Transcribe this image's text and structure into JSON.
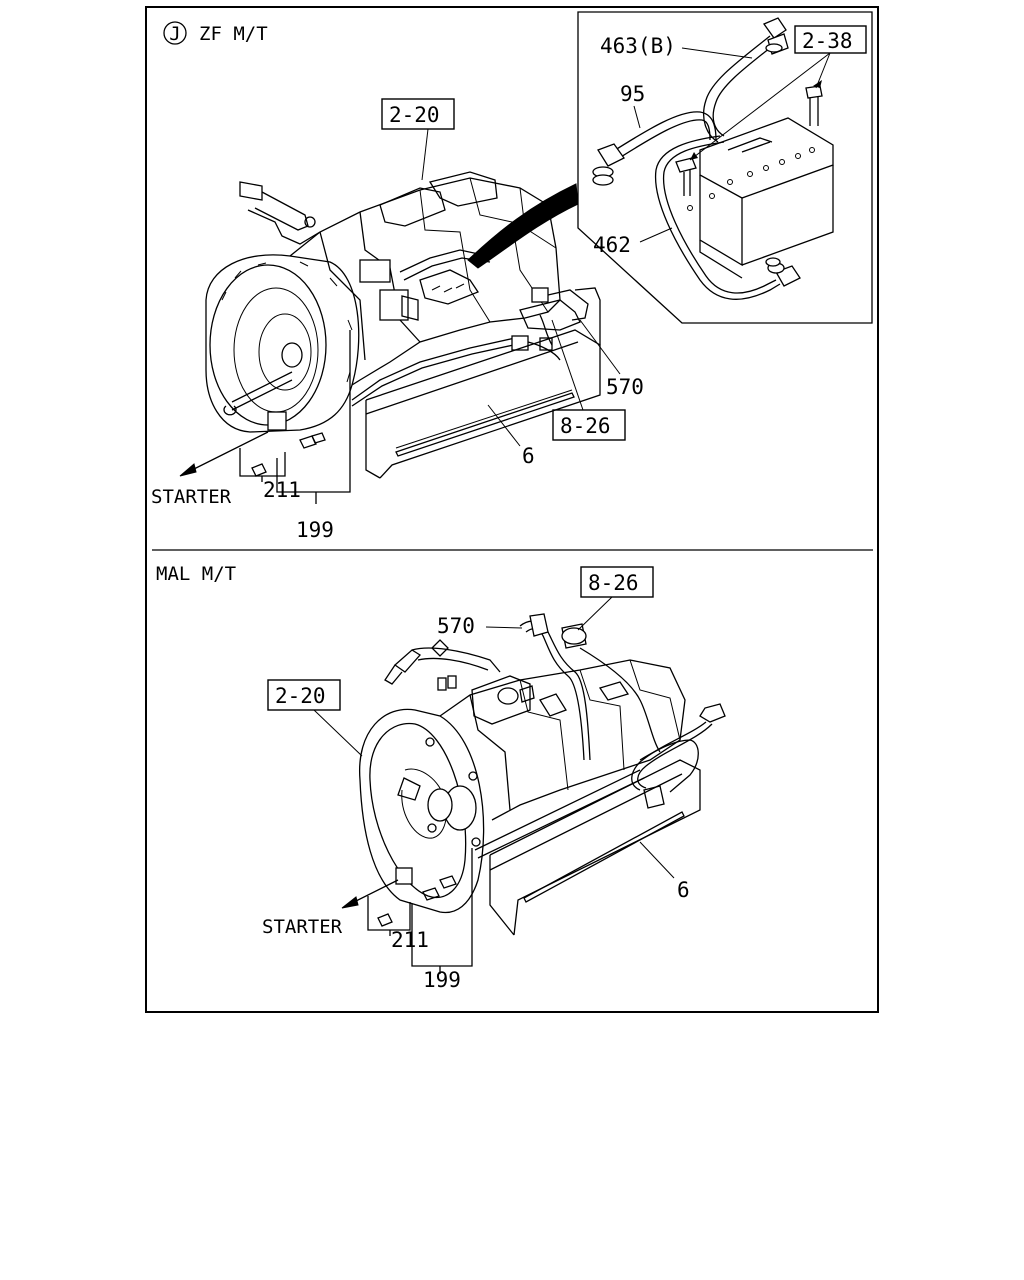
{
  "zf_section": {
    "circle_marker": "J",
    "title": "ZF M/T",
    "refs": {
      "ref_2_20": "2-20",
      "ref_2_38": "2-38",
      "ref_8_26": "8-26"
    },
    "parts": {
      "p463b": "463(B)",
      "p95": "95",
      "p462": "462",
      "p570": "570",
      "p6": "6",
      "p211": "211",
      "p199": "199"
    },
    "starter": "STARTER"
  },
  "mal_section": {
    "title": "MAL M/T",
    "refs": {
      "ref_8_26": "8-26",
      "ref_2_20": "2-20"
    },
    "parts": {
      "p570": "570",
      "p6": "6",
      "p211": "211",
      "p199": "199"
    },
    "starter": "STARTER"
  }
}
